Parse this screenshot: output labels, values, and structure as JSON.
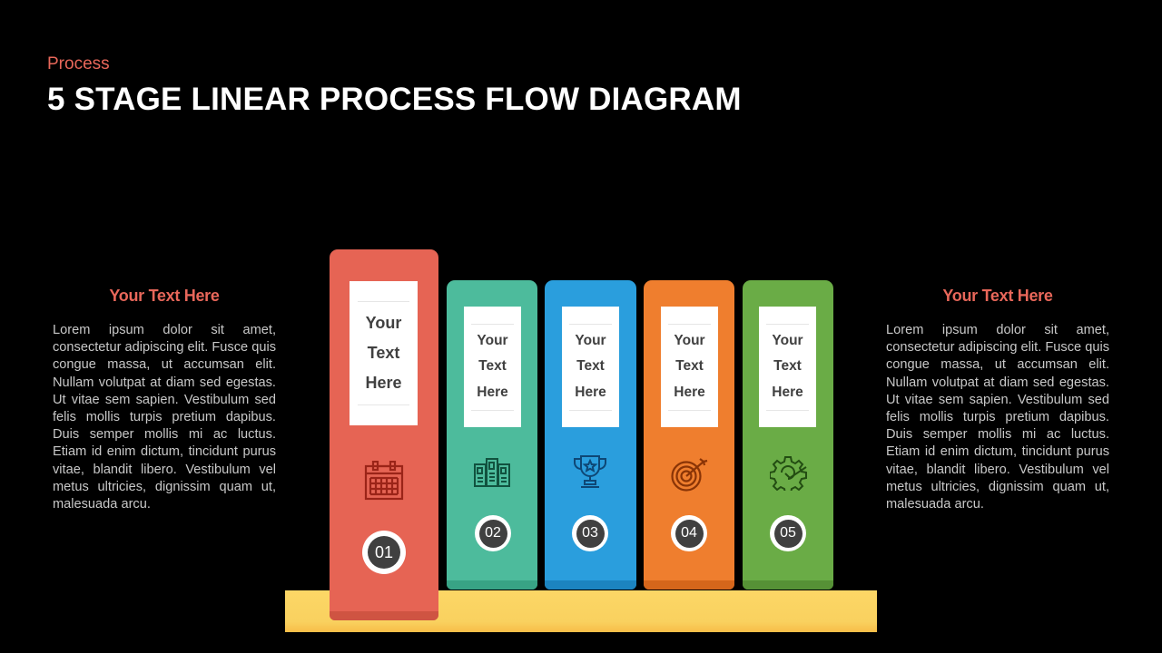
{
  "header": {
    "category": "Process",
    "title": "5 STAGE LINEAR PROCESS FLOW DIAGRAM"
  },
  "left_panel": {
    "heading": "Your Text Here",
    "body": "Lorem ipsum dolor sit amet, consectetur adipiscing elit. Fusce quis congue massa, ut accumsan elit. Nullam volutpat at diam sed egestas. Ut vitae sem sapien. Vestibulum sed felis mollis turpis pretium dapibus. Duis semper mollis mi ac luctus. Etiam id enim dictum, tincidunt purus vitae, blandit libero. Vestibulum vel metus ultricies, dignissim quam ut, malesuada arcu."
  },
  "right_panel": {
    "heading": "Your Text Here",
    "body": "Lorem ipsum dolor sit amet, consectetur adipiscing elit. Fusce quis congue massa, ut accumsan elit. Nullam volutpat at diam sed egestas. Ut vitae sem sapien. Vestibulum sed felis mollis turpis pretium dapibus. Duis semper mollis mi ac luctus. Etiam id enim dictum, tincidunt purus vitae, blandit libero. Vestibulum vel metus ultricies, dignissim quam ut, malesuada arcu."
  },
  "shelf": {
    "color": "#f9d15f"
  },
  "stages": [
    {
      "number": "01",
      "label": "Your\nText\nHere",
      "icon": "calendar-icon",
      "color": "#e66454",
      "base_color": "#cf5442",
      "icon_color": "#9b2418"
    },
    {
      "number": "02",
      "label": "Your\nText\nHere",
      "icon": "buildings-icon",
      "color": "#4dbb9c",
      "base_color": "#38a385",
      "icon_color": "#11523f"
    },
    {
      "number": "03",
      "label": "Your\nText\nHere",
      "icon": "trophy-icon",
      "color": "#2a9edd",
      "base_color": "#1c84c0",
      "icon_color": "#0e4775"
    },
    {
      "number": "04",
      "label": "Your\nText\nHere",
      "icon": "target-icon",
      "color": "#ef7e2e",
      "base_color": "#d5661b",
      "icon_color": "#8a3406"
    },
    {
      "number": "05",
      "label": "Your\nText\nHere",
      "icon": "gear-check-icon",
      "color": "#6aac46",
      "base_color": "#569136",
      "icon_color": "#234d12"
    }
  ]
}
